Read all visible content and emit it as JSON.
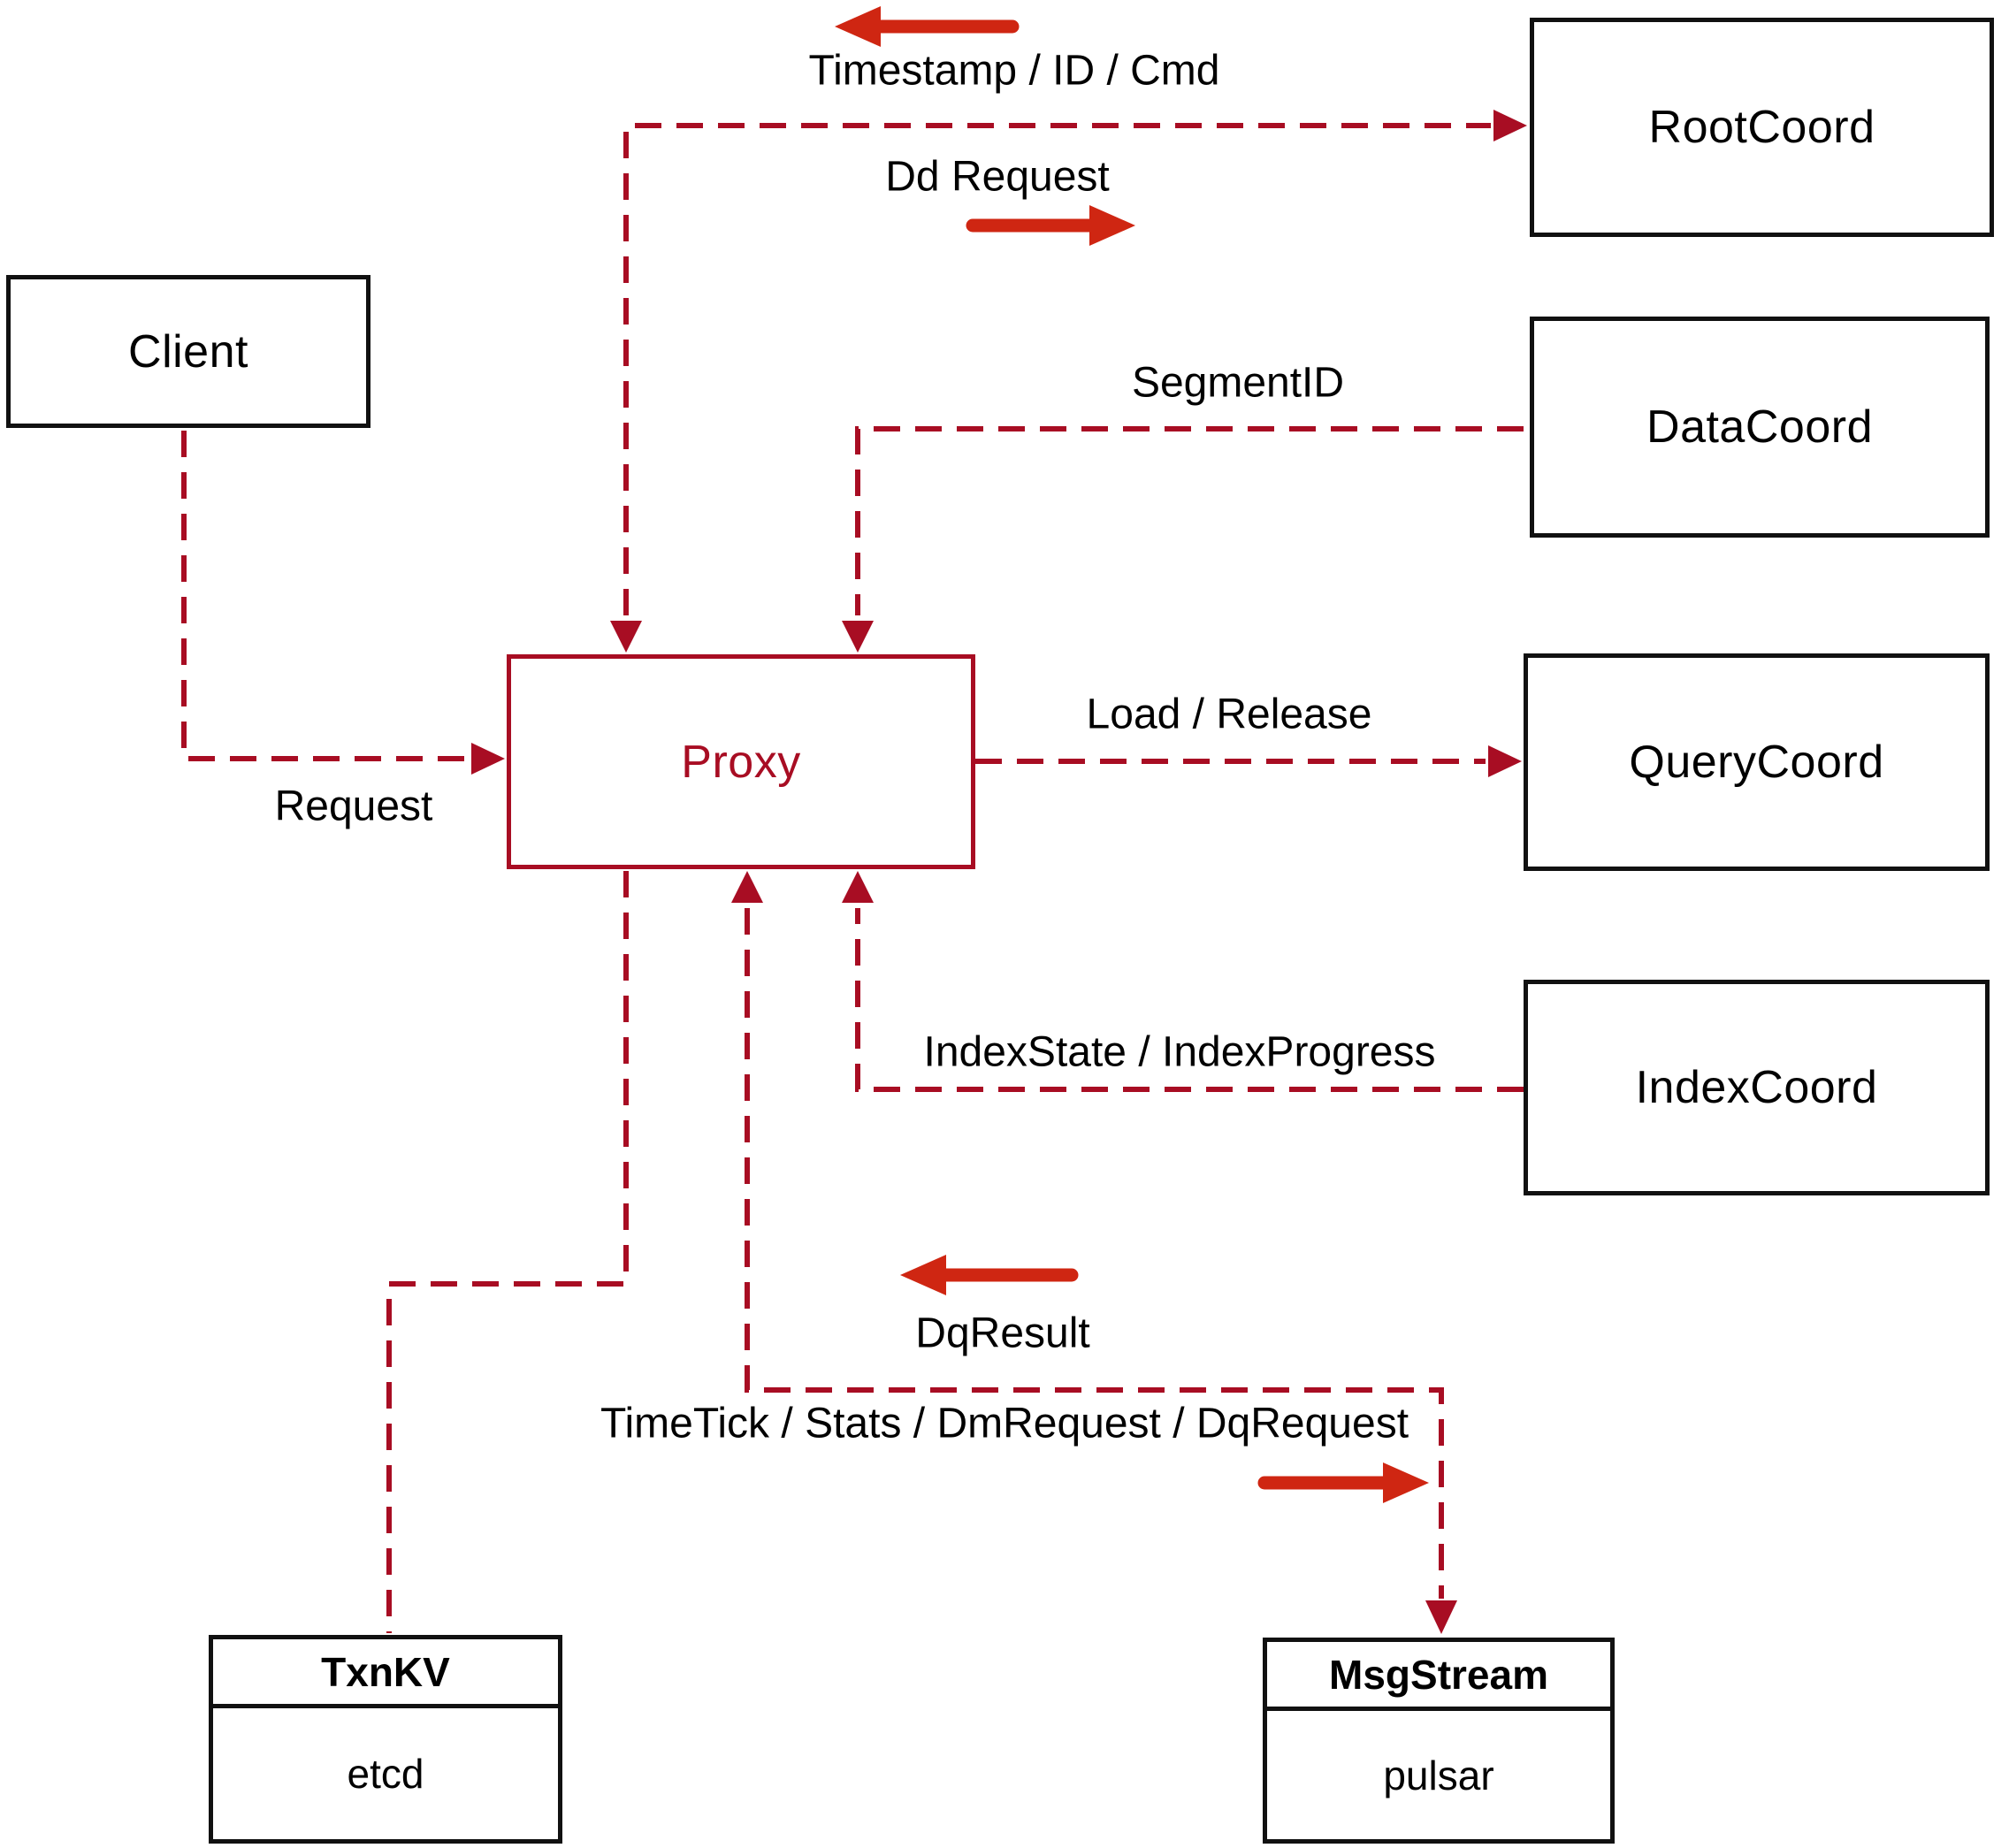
{
  "colors": {
    "bg": "#ffffff",
    "ink": "#111111",
    "text": "#000000",
    "crimson": "#a80d23",
    "red": "#cf2612"
  },
  "nodes": {
    "client": {
      "label": "Client"
    },
    "root_coord": {
      "label": "RootCoord"
    },
    "data_coord": {
      "label": "DataCoord"
    },
    "query_coord": {
      "label": "QueryCoord"
    },
    "index_coord": {
      "label": "IndexCoord"
    },
    "proxy": {
      "label": "Proxy"
    },
    "txn_kv": {
      "title": "TxnKV",
      "impl": "etcd"
    },
    "msg_stream": {
      "title": "MsgStream",
      "impl": "pulsar"
    }
  },
  "edge_labels": {
    "timestamp": "Timestamp / ID / Cmd",
    "dd_request": "Dd Request",
    "segment_id": "SegmentID",
    "request": "Request",
    "load_release": "Load / Release",
    "index_state": "IndexState / IndexProgress",
    "dq_result": "DqResult",
    "timetick": "TimeTick / Stats / DmRequest / DqRequest"
  }
}
